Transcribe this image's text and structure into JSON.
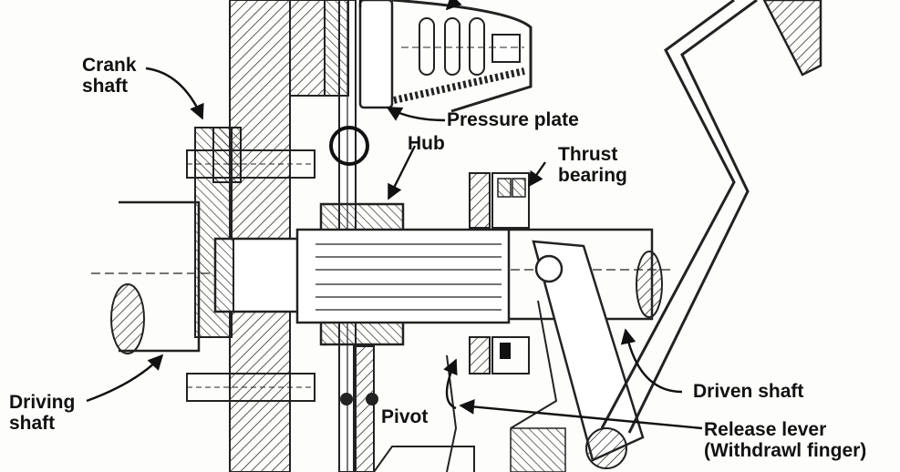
{
  "labels": {
    "crank_shaft_line1": "Crank",
    "crank_shaft_line2": "shaft",
    "pressure_plate": "Pressure plate",
    "hub": "Hub",
    "thrust_bearing_line1": "Thrust",
    "thrust_bearing_line2": "bearing",
    "driving_shaft_line1": "Driving",
    "driving_shaft_line2": "shaft",
    "pivot": "Pivot",
    "driven_shaft": "Driven shaft",
    "release_lever_line1": "Release lever",
    "release_lever_line2": "(Withdrawl finger)"
  }
}
